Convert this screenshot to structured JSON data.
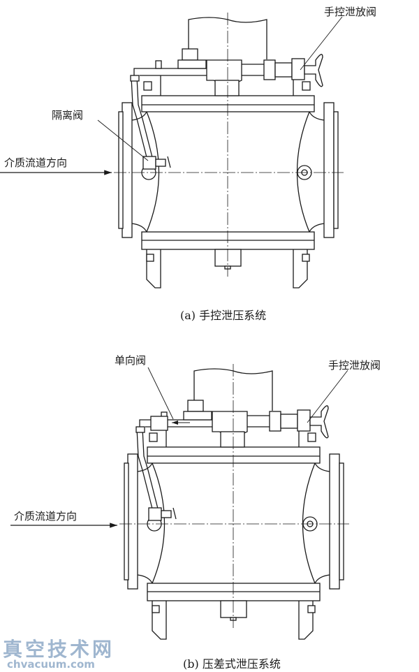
{
  "figure_a": {
    "labels": {
      "manual_relief_valve": "手控泄放阀",
      "isolation_valve": "隔离阀",
      "flow_direction": "介质流道方向"
    },
    "caption": "(a) 手控泄压系统"
  },
  "figure_b": {
    "labels": {
      "check_valve": "单向阀",
      "manual_relief_valve": "手控泄放阀",
      "flow_direction": "介质流道方向"
    },
    "caption": "(b) 压差式泄压系统"
  },
  "watermark": {
    "title": "真空技术网",
    "url": "chvacuum.com"
  }
}
